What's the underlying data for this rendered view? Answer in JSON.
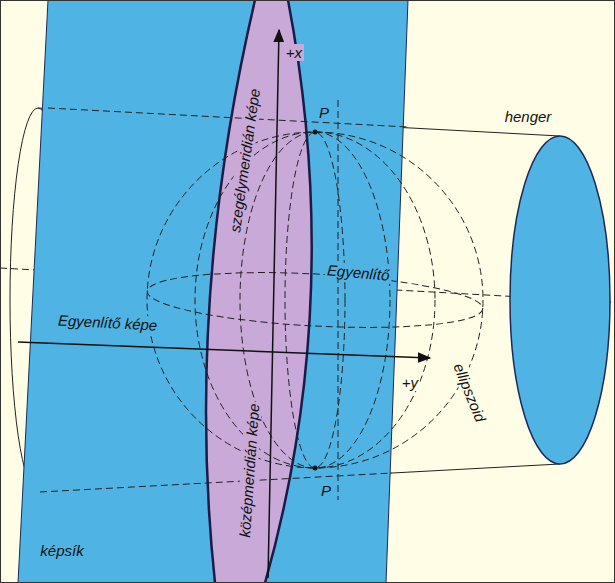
{
  "diagram": {
    "labels": [
      "+x",
      "P",
      "szegélymeridián képe",
      "henger",
      "Egyenlítő",
      "Egyenlítő képe",
      "+y",
      "középmeridián képe",
      "ellipszoid",
      "P",
      "képsík"
    ]
  }
}
